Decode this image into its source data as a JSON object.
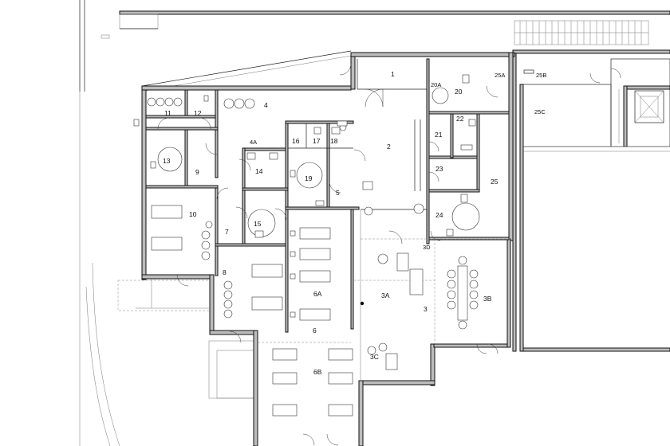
{
  "plan": {
    "title": "",
    "rooms": [
      {
        "id": "r1",
        "label": "1"
      },
      {
        "id": "r2",
        "label": "2"
      },
      {
        "id": "r3",
        "label": "3"
      },
      {
        "id": "r3A",
        "label": "3A"
      },
      {
        "id": "r3B",
        "label": "3B"
      },
      {
        "id": "r3C",
        "label": "3C"
      },
      {
        "id": "r3D",
        "label": "3D"
      },
      {
        "id": "r4",
        "label": "4"
      },
      {
        "id": "r4A",
        "label": "4A"
      },
      {
        "id": "r5",
        "label": "5"
      },
      {
        "id": "r6",
        "label": "6"
      },
      {
        "id": "r6A",
        "label": "6A"
      },
      {
        "id": "r6B",
        "label": "6B"
      },
      {
        "id": "r7",
        "label": "7"
      },
      {
        "id": "r8",
        "label": "8"
      },
      {
        "id": "r9",
        "label": "9"
      },
      {
        "id": "r10",
        "label": "10"
      },
      {
        "id": "r11",
        "label": "11"
      },
      {
        "id": "r12",
        "label": "12"
      },
      {
        "id": "r13",
        "label": "13"
      },
      {
        "id": "r14",
        "label": "14"
      },
      {
        "id": "r15",
        "label": "15"
      },
      {
        "id": "r16",
        "label": "16"
      },
      {
        "id": "r17",
        "label": "17"
      },
      {
        "id": "r18",
        "label": "18"
      },
      {
        "id": "r19",
        "label": "19"
      },
      {
        "id": "r20",
        "label": "20"
      },
      {
        "id": "r20A",
        "label": "20A"
      },
      {
        "id": "r21",
        "label": "21"
      },
      {
        "id": "r22",
        "label": "22"
      },
      {
        "id": "r23",
        "label": "23"
      },
      {
        "id": "r24",
        "label": "24"
      },
      {
        "id": "r25",
        "label": "25"
      },
      {
        "id": "r25A",
        "label": "25A"
      },
      {
        "id": "r25B",
        "label": "25B"
      },
      {
        "id": "r25C",
        "label": "25C"
      }
    ]
  }
}
